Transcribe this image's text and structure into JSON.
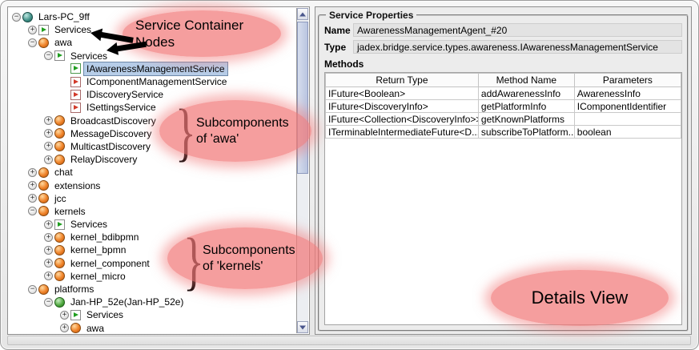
{
  "colors": {
    "selection_highlight": "#b6cde8",
    "annotation_pink": "#f17878",
    "component_orange": "#ef8228",
    "service_green": "#1f9e1f",
    "service_red": "#d23a2a"
  },
  "tree": {
    "items": [
      {
        "label": "Lars-PC_9ff",
        "level": 0,
        "icon": "platform-icon",
        "toggle": "expanded",
        "selected": false
      },
      {
        "label": "Services",
        "level": 1,
        "icon": "service-container-icon",
        "toggle": "collapsed",
        "selected": false
      },
      {
        "label": "awa",
        "level": 1,
        "icon": "component-icon",
        "toggle": "expanded",
        "selected": false
      },
      {
        "label": "Services",
        "level": 2,
        "icon": "service-container-icon",
        "toggle": "expanded",
        "selected": false
      },
      {
        "label": "IAwarenessManagementService",
        "level": 3,
        "icon": "service-green-icon",
        "toggle": null,
        "selected": true
      },
      {
        "label": "IComponentManagementService",
        "level": 3,
        "icon": "service-red-icon",
        "toggle": null,
        "selected": false
      },
      {
        "label": "IDiscoveryService",
        "level": 3,
        "icon": "service-red-icon",
        "toggle": null,
        "selected": false
      },
      {
        "label": "ISettingsService",
        "level": 3,
        "icon": "service-red-icon",
        "toggle": null,
        "selected": false
      },
      {
        "label": "BroadcastDiscovery",
        "level": 2,
        "icon": "component-icon",
        "toggle": "collapsed",
        "selected": false
      },
      {
        "label": "MessageDiscovery",
        "level": 2,
        "icon": "component-icon",
        "toggle": "collapsed",
        "selected": false
      },
      {
        "label": "MulticastDiscovery",
        "level": 2,
        "icon": "component-icon",
        "toggle": "collapsed",
        "selected": false
      },
      {
        "label": "RelayDiscovery",
        "level": 2,
        "icon": "component-icon",
        "toggle": "collapsed",
        "selected": false
      },
      {
        "label": "chat",
        "level": 1,
        "icon": "component-icon",
        "toggle": "collapsed",
        "selected": false
      },
      {
        "label": "extensions",
        "level": 1,
        "icon": "component-icon",
        "toggle": "collapsed",
        "selected": false
      },
      {
        "label": "jcc",
        "level": 1,
        "icon": "component-icon",
        "toggle": "collapsed",
        "selected": false
      },
      {
        "label": "kernels",
        "level": 1,
        "icon": "component-icon",
        "toggle": "expanded",
        "selected": false
      },
      {
        "label": "Services",
        "level": 2,
        "icon": "service-container-icon",
        "toggle": "collapsed",
        "selected": false
      },
      {
        "label": "kernel_bdibpmn",
        "level": 2,
        "icon": "component-icon",
        "toggle": "collapsed",
        "selected": false
      },
      {
        "label": "kernel_bpmn",
        "level": 2,
        "icon": "component-icon",
        "toggle": "collapsed",
        "selected": false
      },
      {
        "label": "kernel_component",
        "level": 2,
        "icon": "component-icon",
        "toggle": "collapsed",
        "selected": false
      },
      {
        "label": "kernel_micro",
        "level": 2,
        "icon": "component-icon",
        "toggle": "collapsed",
        "selected": false
      },
      {
        "label": "platforms",
        "level": 1,
        "icon": "component-icon",
        "toggle": "expanded",
        "selected": false
      },
      {
        "label": "Jan-HP_52e(Jan-HP_52e)",
        "level": 2,
        "icon": "remote-platform-icon",
        "toggle": "expanded",
        "selected": false
      },
      {
        "label": "Services",
        "level": 3,
        "icon": "service-container-icon",
        "toggle": "collapsed",
        "selected": false
      },
      {
        "label": "awa",
        "level": 3,
        "icon": "component-icon",
        "toggle": "collapsed",
        "selected": false
      }
    ]
  },
  "details": {
    "group_title": "Service Properties",
    "name_label": "Name",
    "name_value": "AwarenessManagementAgent_#20",
    "type_label": "Type",
    "type_value": "jadex.bridge.service.types.awareness.IAwarenessManagementService",
    "methods_label": "Methods",
    "methods_table": {
      "columns": [
        "Return Type",
        "Method Name",
        "Parameters"
      ],
      "rows": [
        [
          "IFuture<Boolean>",
          "addAwarenessInfo",
          "AwarenessInfo"
        ],
        [
          "IFuture<DiscoveryInfo>",
          "getPlatformInfo",
          "IComponentIdentifier"
        ],
        [
          "IFuture<Collection<DiscoveryInfo>>",
          "getKnownPlatforms",
          ""
        ],
        [
          "ITerminableIntermediateFuture<D...",
          "subscribeToPlatform...",
          "boolean"
        ]
      ]
    }
  },
  "annotations": {
    "service_container_nodes": {
      "line1": "Service Container",
      "line2": "Nodes"
    },
    "subcomponents_awa": {
      "line1": "Subcomponents",
      "line2": "of 'awa'"
    },
    "subcomponents_kernels": {
      "line1": "Subcomponents",
      "line2": "of 'kernels'"
    },
    "details_view": {
      "label": "Details View"
    },
    "brace": "}"
  }
}
